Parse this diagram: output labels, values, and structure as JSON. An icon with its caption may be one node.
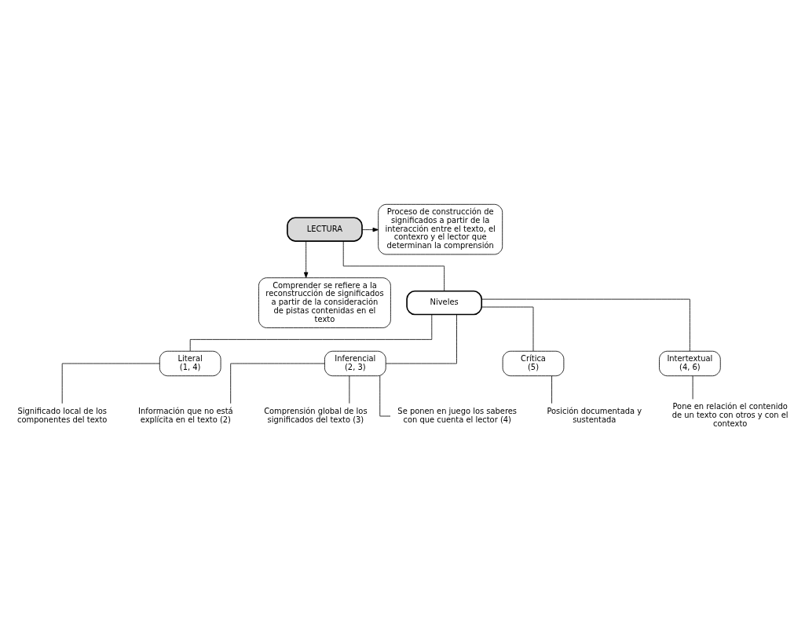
{
  "diagram": {
    "nodes": [
      {
        "text": [
          "LECTURA"
        ]
      },
      {
        "text": [
          "Proceso de construcción de significados a partir de la interacción entre el texto, el contexro y el lector que determinan la comprensión"
        ]
      },
      {
        "text": [
          "Comprender se refiere a la reconstrucción de significados a partir de la consideración de pistas contenidas en el texto"
        ]
      },
      {
        "text": [
          "Niveles"
        ]
      },
      {
        "text": [
          "Literal",
          "(1, 4)"
        ]
      },
      {
        "text": [
          "Inferencial",
          "(2, 3)"
        ]
      },
      {
        "text": [
          "Crítica",
          "(5)"
        ]
      },
      {
        "text": [
          "Intertextual",
          "(4, 6)"
        ]
      },
      {
        "text": [
          "Significado local de los componentes del texto"
        ]
      },
      {
        "text": [
          "Información que no está explícita en el texto (2)"
        ]
      },
      {
        "text": [
          "Comprensión global de los significados del texto (3)"
        ]
      },
      {
        "text": [
          "Se ponen en juego los saberes con que cuenta el lector (4)"
        ]
      },
      {
        "text": [
          "Posición documentada y sustentada"
        ]
      },
      {
        "text": [
          "Pone en relación el contenido de un texto con otros y con el contexto"
        ]
      }
    ],
    "edges": [
      {
        "from": 0,
        "to": 1,
        "arrow": "to"
      },
      {
        "from": 0,
        "to": 2,
        "arrow": "to"
      },
      {
        "from": 0,
        "to": 3,
        "arrow": "none"
      },
      {
        "from": 3,
        "to": 4,
        "arrow": "none"
      },
      {
        "from": 3,
        "to": 5,
        "arrow": "none"
      },
      {
        "from": 3,
        "to": 6,
        "arrow": "none"
      },
      {
        "from": 3,
        "to": 7,
        "arrow": "none"
      },
      {
        "from": 4,
        "to": 8,
        "arrow": "none"
      },
      {
        "from": 5,
        "to": 9,
        "arrow": "none"
      },
      {
        "from": 5,
        "to": 10,
        "arrow": "none"
      },
      {
        "from": 5,
        "to": 11,
        "arrow": "none"
      },
      {
        "from": 6,
        "to": 12,
        "arrow": "none"
      },
      {
        "from": 7,
        "to": 13,
        "arrow": "none"
      }
    ]
  }
}
